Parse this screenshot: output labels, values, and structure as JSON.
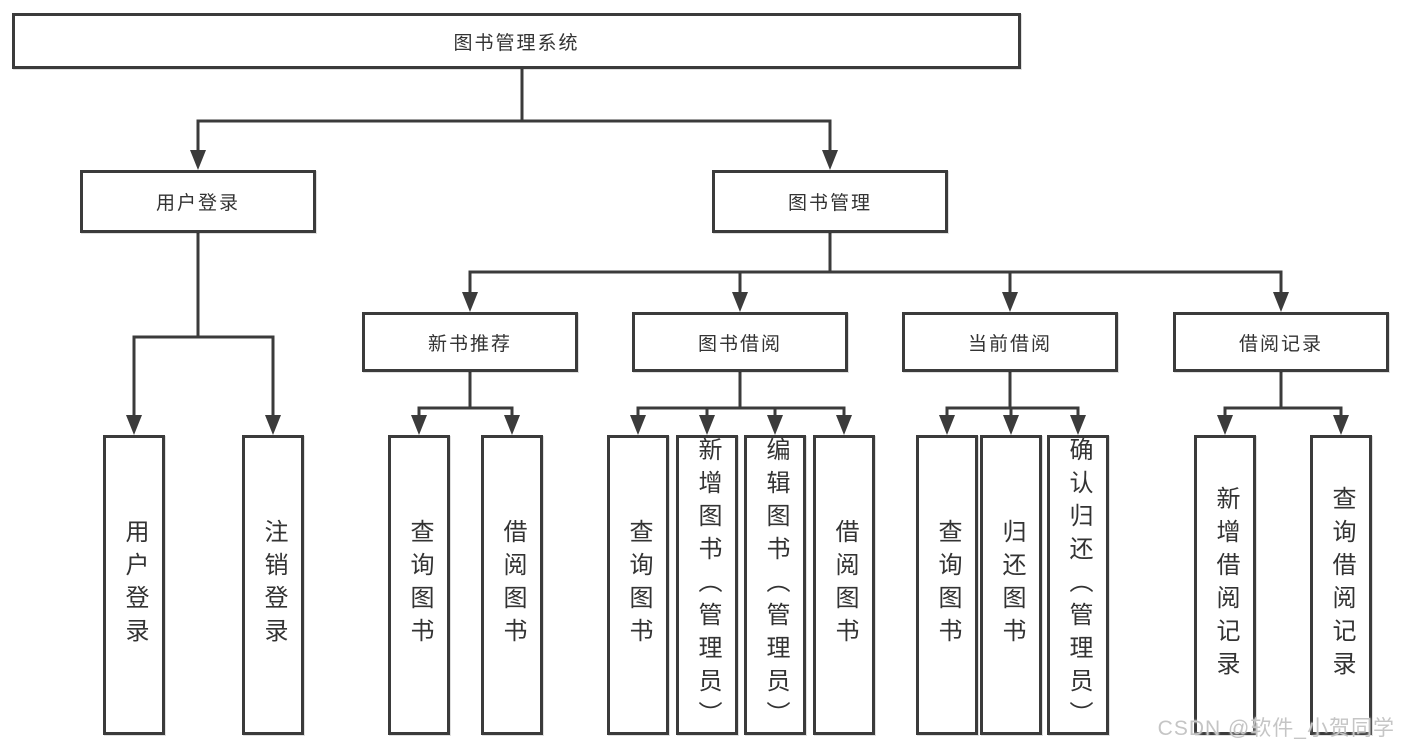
{
  "tree": {
    "root": "图书管理系统",
    "level2": [
      "用户登录",
      "图书管理"
    ],
    "level3": [
      "新书推荐",
      "图书借阅",
      "当前借阅",
      "借阅记录"
    ],
    "leaves_user_login": [
      "用户登录",
      "注销登录"
    ],
    "leaves_new_book": [
      "查询图书",
      "借阅图书"
    ],
    "leaves_book_borrow": [
      "查询图书",
      "新增图书（管理员）",
      "编辑图书（管理员）",
      "借阅图书"
    ],
    "leaves_current_borrow": [
      "查询图书",
      "归还图书",
      "确认归还（管理员）"
    ],
    "leaves_borrow_records": [
      "新增借阅记录",
      "查询借阅记录"
    ]
  },
  "watermark": "CSDN @软件_小贺同学",
  "colors": {
    "line": "#3b3b3b",
    "text": "#333333",
    "watermark": "#c5c5c5",
    "background": "#ffffff"
  }
}
